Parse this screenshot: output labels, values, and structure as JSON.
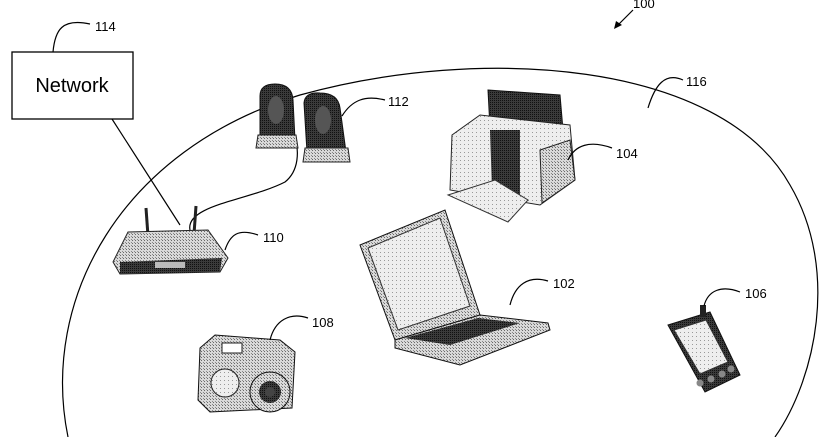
{
  "figure": {
    "ref_main": "100",
    "network": {
      "label": "Network",
      "ref": "114"
    },
    "boundary_ref": "116",
    "devices": {
      "laptop": {
        "ref": "102"
      },
      "printer": {
        "ref": "104"
      },
      "pda": {
        "ref": "106"
      },
      "camera": {
        "ref": "108"
      },
      "router": {
        "ref": "110"
      },
      "speakers": {
        "ref": "112"
      }
    }
  }
}
